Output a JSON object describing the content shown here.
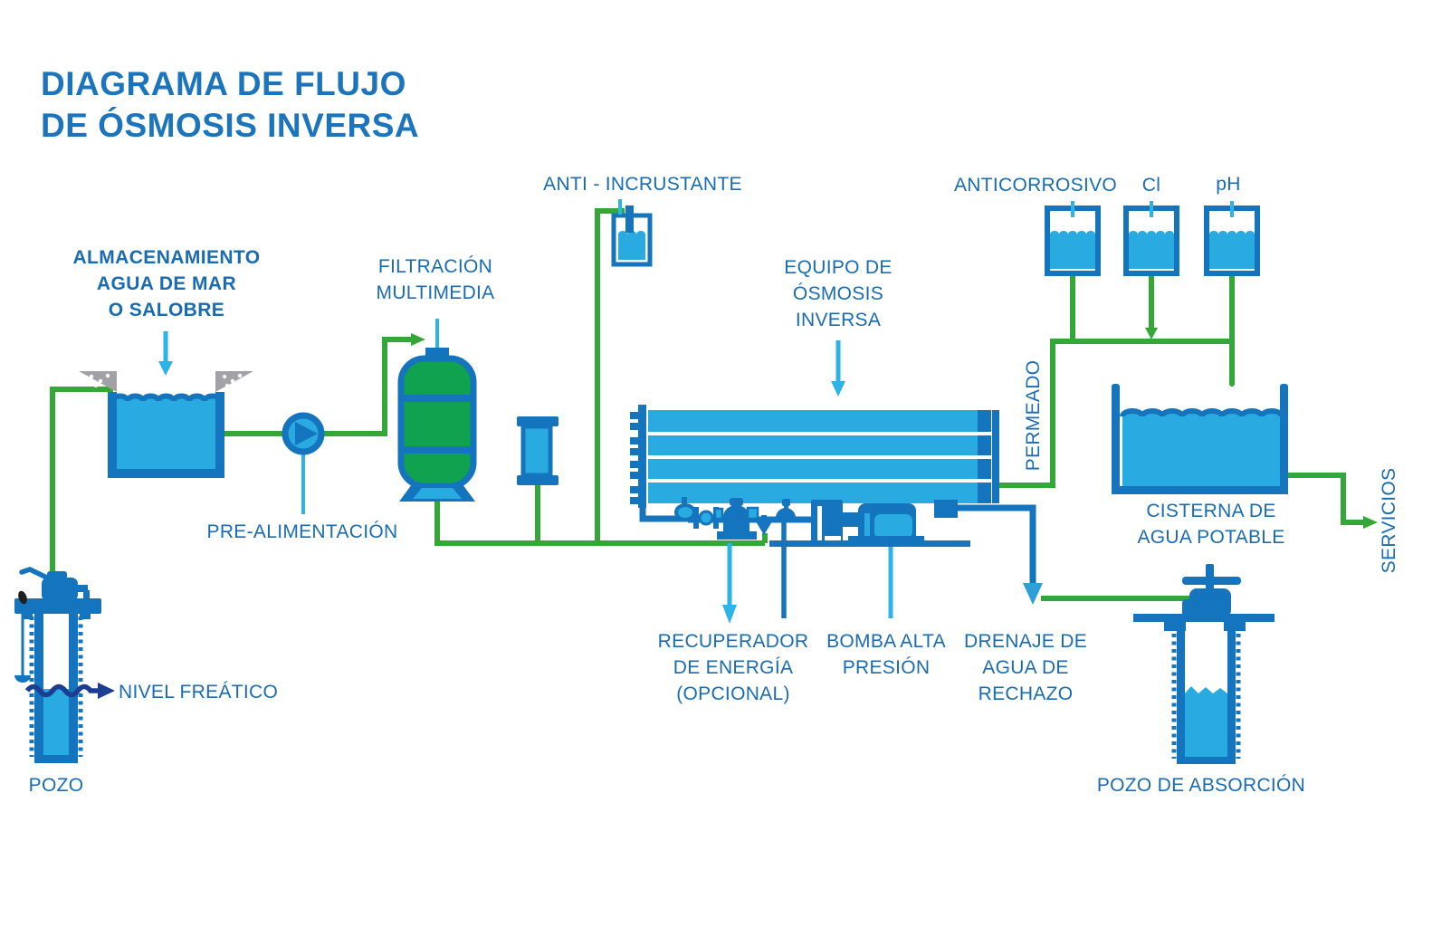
{
  "title": "DIAGRAMA DE FLUJO\nDE ÓSMOSIS INVERSA",
  "labels": {
    "storage": "ALMACENAMIENTO\nAGUA DE MAR\nO SALOBRE",
    "pre_feed": "PRE-ALIMENTACIÓN",
    "multimedia_filtration": "FILTRACIÓN\nMULTIMEDIA",
    "antiscalant": "ANTI - INCRUSTANTE",
    "ro_equipment": "EQUIPO DE\nÓSMOSIS\nINVERSA",
    "anticorrosive": "ANTICORROSIVO",
    "chlorine": "Cl",
    "ph": "pH",
    "permeate": "PERMEADO",
    "cistern": "CISTERNA DE\nAGUA POTABLE",
    "services": "SERVICIOS",
    "energy_recovery": "RECUPERADOR\nDE ENERGÍA\n(OPCIONAL)",
    "high_pressure_pump": "BOMBA ALTA\nPRESIÓN",
    "reject_drain": "DRENAJE DE\nAGUA DE\nRECHAZO",
    "water_table": "NIVEL FREÁTICO",
    "well": "POZO",
    "absorption_well": "POZO DE ABSORCIÓN"
  },
  "colors": {
    "background": "#FFFFFF",
    "outline_blue": "#1574BE",
    "water_cyan": "#29ABE2",
    "pipe_green": "#33A737",
    "vessel_green": "#10A24E",
    "label_blue": "#1A6CB2",
    "title_blue": "#1C75BC",
    "arrow_cyan": "#2CB4E8",
    "navy": "#1D3D92",
    "bracket_gray": "#A2A2A6",
    "drain_arrow_blue": "#2E9FD8",
    "probe_black": "#1F1F1F"
  }
}
